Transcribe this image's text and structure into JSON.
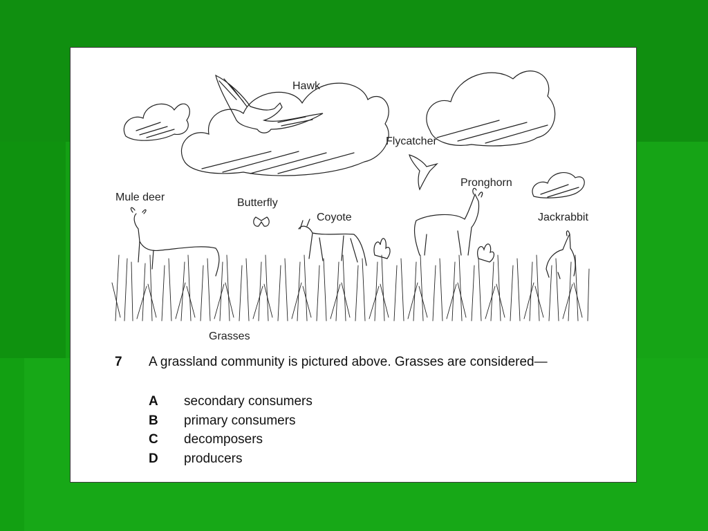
{
  "illustration": {
    "labels": {
      "hawk": "Hawk",
      "flycatcher": "Flycatcher",
      "pronghorn": "Pronghorn",
      "mule_deer": "Mule deer",
      "butterfly": "Butterfly",
      "coyote": "Coyote",
      "jackrabbit": "Jackrabbit",
      "grasses": "Grasses"
    }
  },
  "question": {
    "number": "7",
    "stem": "A grassland community is pictured above. Grasses are considered—",
    "options": [
      {
        "letter": "A",
        "text": "secondary consumers"
      },
      {
        "letter": "B",
        "text": "primary consumers"
      },
      {
        "letter": "C",
        "text": "decomposers"
      },
      {
        "letter": "D",
        "text": "producers"
      }
    ]
  },
  "colors": {
    "slide_background": "#108f10",
    "card_background": "#ffffff",
    "line_art": "#222222"
  }
}
